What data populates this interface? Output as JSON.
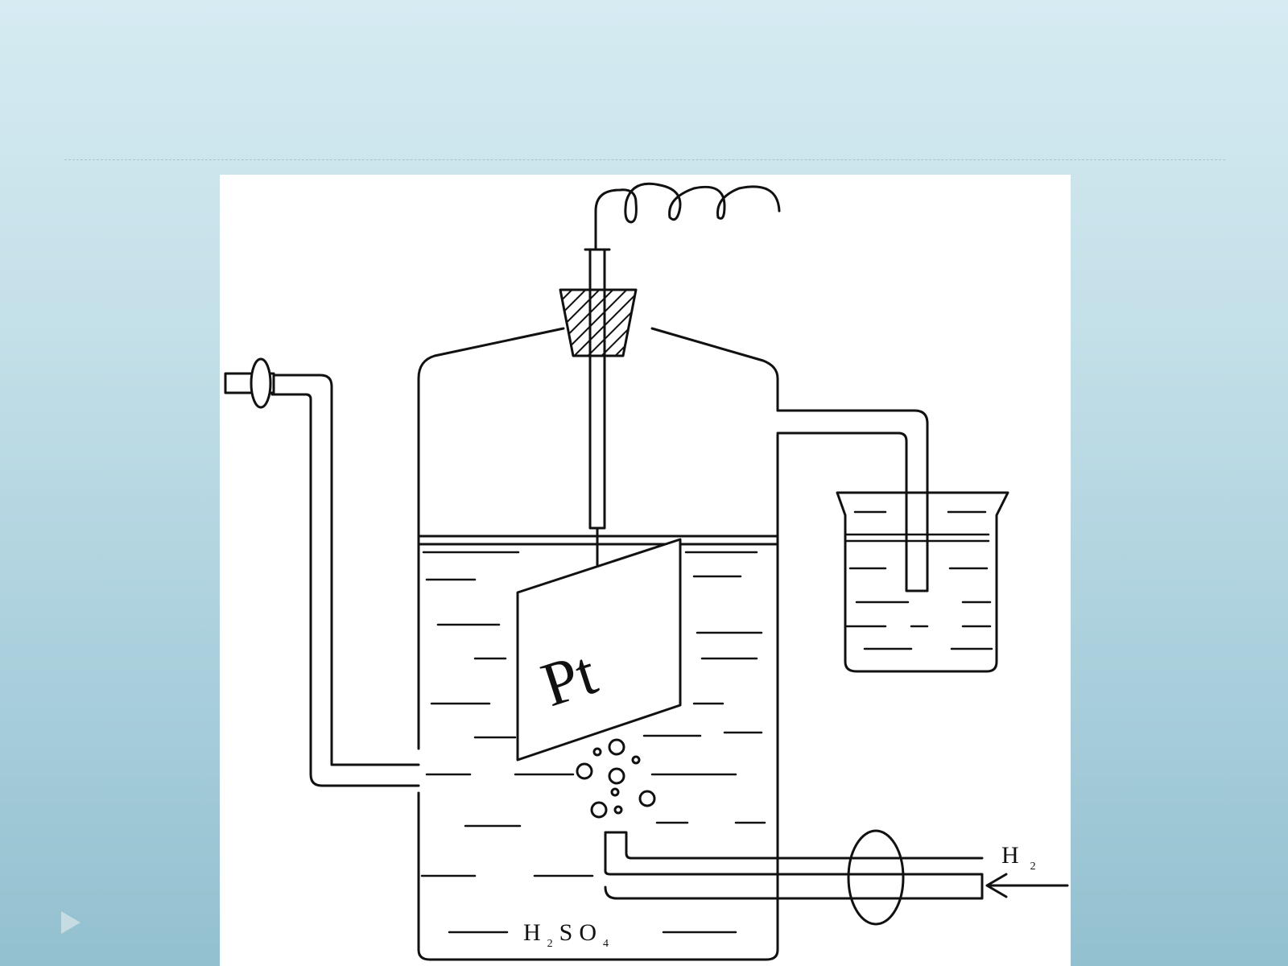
{
  "diagram": {
    "electrode_label": "Pt",
    "electrolyte_label": {
      "main_a": "H",
      "sub_a": "2",
      "main_b": "SO",
      "sub_b": "4"
    },
    "gas_label": {
      "main": "H",
      "sub": "2"
    }
  },
  "colors": {
    "line": "#111111",
    "panel": "#ffffff",
    "background_top": "#d6ebf2",
    "background_bottom": "#93c0cf"
  },
  "slide_nav": {
    "icon": "play-arrow-icon"
  }
}
